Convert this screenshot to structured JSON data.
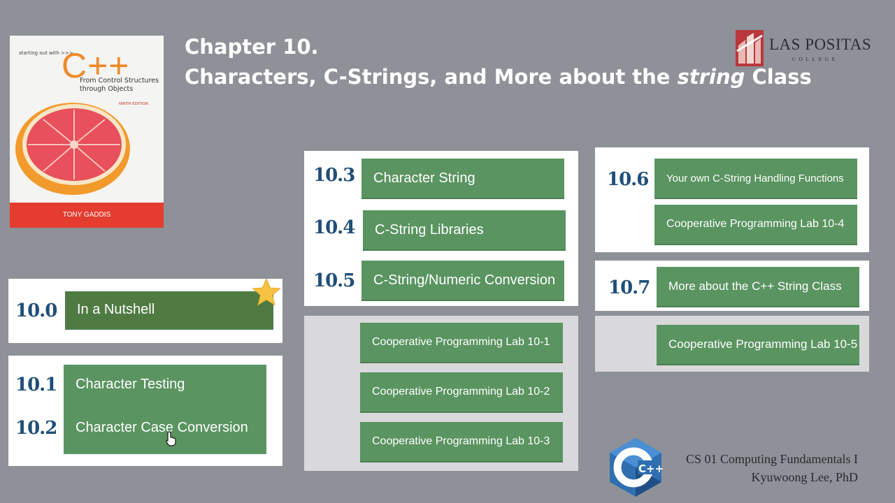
{
  "book": {
    "kicker": "starting out with >>>",
    "big_title": "C++",
    "subtitle": "From Control Structures through Objects",
    "edition": "NINTH EDITION",
    "author": "TONY GADDIS"
  },
  "header": {
    "line1": "Chapter 10.",
    "line2_pre": "Characters, C-Strings, and More about the ",
    "line2_em": "string",
    "line2_post": " Class"
  },
  "logo": {
    "name": "LAS POSITAS",
    "sub": "COLLEGE"
  },
  "sections": {
    "s100": {
      "num": "10.0",
      "label": "In a Nutshell"
    },
    "s101": {
      "num": "10.1",
      "label": "Character Testing"
    },
    "s102": {
      "num": "10.2",
      "label": "Character Case Conversion"
    },
    "s103": {
      "num": "10.3",
      "label": "Character String"
    },
    "s104": {
      "num": "10.4",
      "label": "C-String Libraries"
    },
    "s105": {
      "num": "10.5",
      "label": "C-String/Numeric Conversion"
    },
    "s106": {
      "num": "10.6",
      "label": "Your own C-String Handling Functions"
    },
    "s107": {
      "num": "10.7",
      "label": "More about the C++ String Class"
    }
  },
  "labs": {
    "lab1": "Cooperative Programming Lab 10-1",
    "lab2": "Cooperative Programming Lab 10-2",
    "lab3": "Cooperative Programming Lab 10-3",
    "lab4": "Cooperative Programming Lab 10-4",
    "lab5": "Cooperative Programming Lab 10-5"
  },
  "footer": {
    "course": "CS 01 Computing Fundamentals I",
    "instructor": "Kyuwoong Lee, PhD",
    "logo_text": "C++"
  },
  "colors": {
    "tile": "#5a9461",
    "tile_dark": "#4f7a42",
    "number": "#1f4e78",
    "background": "#8f9198"
  }
}
